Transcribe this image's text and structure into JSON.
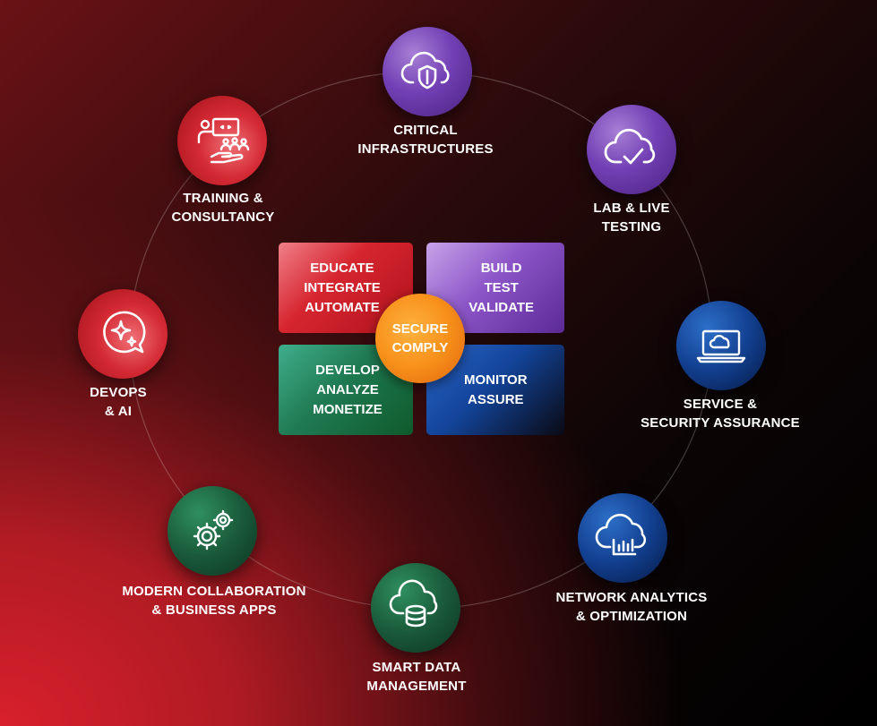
{
  "center": {
    "label": "SECURE\nCOMPLY"
  },
  "quadrants": {
    "educate": "EDUCATE\nINTEGRATE\nAUTOMATE",
    "build": "BUILD\nTEST\nVALIDATE",
    "develop": "DEVELOP\nANALYZE\nMONETIZE",
    "monitor": "MONITOR\nASSURE"
  },
  "nodes": {
    "critical": {
      "label": "CRITICAL\nINFRASTRUCTURES",
      "icon": "cloud-shield-icon",
      "color": "#7240b4"
    },
    "lab": {
      "label": "LAB & LIVE\nTESTING",
      "icon": "cloud-check-icon",
      "color": "#7240b4"
    },
    "service": {
      "label": "SERVICE &\nSECURITY ASSURANCE",
      "icon": "laptop-cloud-icon",
      "color": "#123f8f"
    },
    "network": {
      "label": "NETWORK ANALYTICS\n& OPTIMIZATION",
      "icon": "cloud-chart-icon",
      "color": "#123f8f"
    },
    "smartdata": {
      "label": "SMART DATA\nMANAGEMENT",
      "icon": "cloud-database-icon",
      "color": "#1a5a3a"
    },
    "collab": {
      "label": "MODERN COLLABORATION\n& BUSINESS APPS",
      "icon": "gears-icon",
      "color": "#1a5a3a"
    },
    "devops": {
      "label": "DEVOPS\n& AI",
      "icon": "ai-sparkle-icon",
      "color": "#d42a34"
    },
    "training": {
      "label": "TRAINING &\nCONSULTANCY",
      "icon": "training-presentation-icon",
      "color": "#d42a34"
    }
  }
}
